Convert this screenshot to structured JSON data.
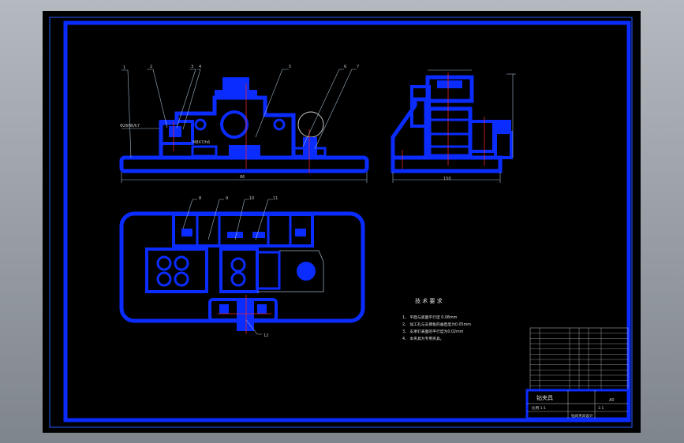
{
  "drawing": {
    "colors": {
      "outline": "#0a2cff",
      "dim": "#b8c0c8",
      "center": "#e8262a",
      "leader": "#9fb6c8"
    },
    "balloons": [
      "1",
      "2",
      "3",
      "4",
      "5",
      "6",
      "7",
      "8",
      "9",
      "10",
      "11",
      "12"
    ],
    "dims": {
      "fit_left": "Φ26H6/k7",
      "fit_mid": "M8X7/h6",
      "front_w": "86",
      "side_w": "150"
    },
    "notes": {
      "title": "技 术 要 求",
      "items": [
        "1、 平面与底面平行度 0.08mm",
        "2、 加工孔与支撑板的垂直度为0.05mm",
        "3、 支承钉表面的平行度为0.02mm",
        "4、 本夹具为专用夹具。"
      ]
    },
    "title_block": {
      "name": "钻夹具",
      "sheet": "A0",
      "scale": "1:1",
      "row2": "比例 1:1",
      "org": "钻床夹具设计"
    }
  }
}
